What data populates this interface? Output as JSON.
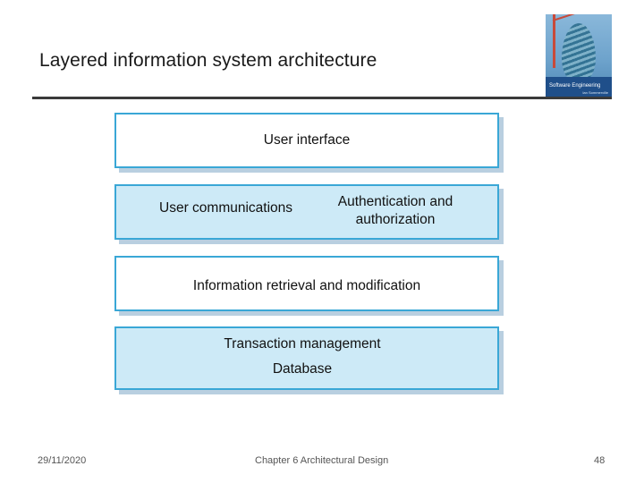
{
  "slide": {
    "title": "Layered information system architecture"
  },
  "book_cover": {
    "title": "Software Engineering",
    "subtitle": "Ian Sommerville"
  },
  "layers": {
    "user_interface": "User interface",
    "user_communications": "User communications",
    "authentication": "Authentication and authorization",
    "information_retrieval": "Information retrieval and modification",
    "transaction_management": "Transaction management",
    "database": "Database"
  },
  "colors": {
    "layer_border": "#3aa7d6",
    "layer_fill_light": "#cdeaf7",
    "layer_fill_white": "#ffffff",
    "shadow": "#b9cfe0"
  },
  "footer": {
    "date": "29/11/2020",
    "chapter": "Chapter 6 Architectural Design",
    "page": "48"
  }
}
